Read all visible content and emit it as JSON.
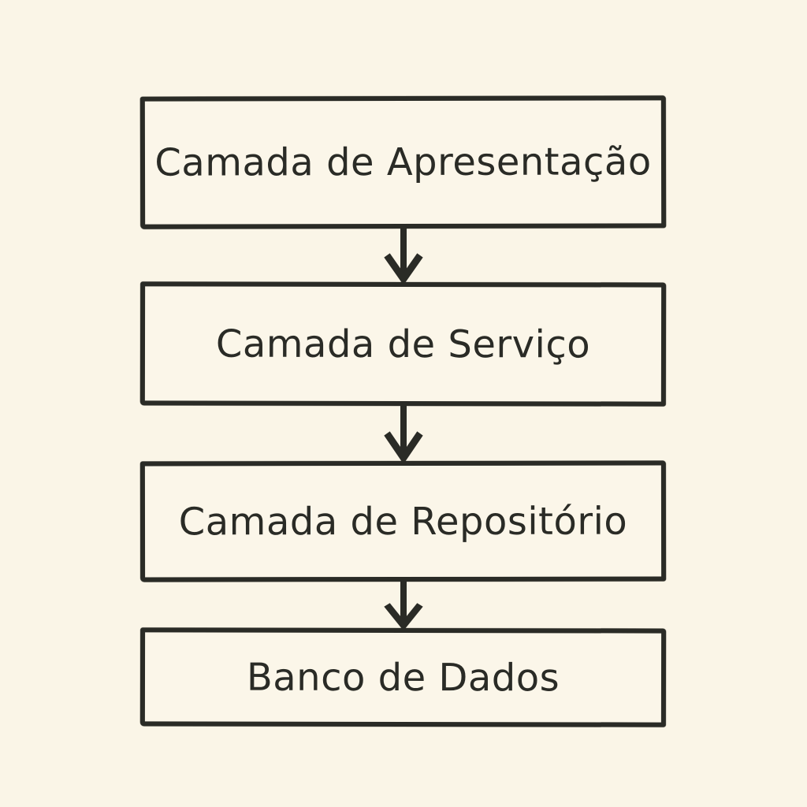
{
  "diagram": {
    "type": "flowchart-vertical",
    "style": "hand-drawn",
    "boxes": [
      {
        "id": "presentation-layer",
        "label": "Camada de Apresentação"
      },
      {
        "id": "service-layer",
        "label": "Camada de Serviço"
      },
      {
        "id": "repository-layer",
        "label": "Camada de Repositório"
      },
      {
        "id": "database",
        "label": "Banco de Dados"
      }
    ],
    "connectors": [
      {
        "from": "presentation-layer",
        "to": "service-layer",
        "direction": "down",
        "icon": "down-arrow-icon"
      },
      {
        "from": "service-layer",
        "to": "repository-layer",
        "direction": "down",
        "icon": "down-arrow-icon"
      },
      {
        "from": "repository-layer",
        "to": "database",
        "direction": "down",
        "icon": "down-arrow-icon"
      }
    ],
    "colors": {
      "background": "#FAF5E7",
      "box_fill": "#FBF6E9",
      "stroke": "#2A2B26"
    }
  }
}
